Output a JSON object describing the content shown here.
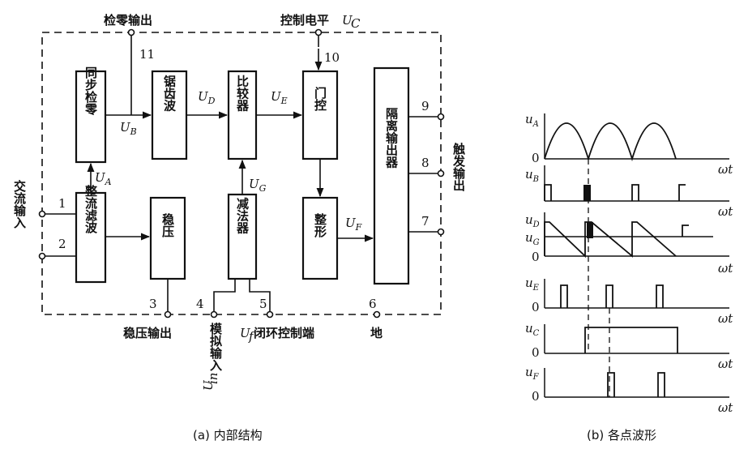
{
  "blocks": {
    "sync_zero": "同步检零",
    "sawtooth": "锯齿波",
    "comparator": "比较器",
    "gate": "门控",
    "isolated_output": "隔离输出器",
    "rectifier_filter": "整流滤波",
    "regulator": "稳压",
    "subtractor": "减法器",
    "shaper": "整形"
  },
  "labels": {
    "zero_detect_output": "检零输出",
    "control_level": "控制电平",
    "control_level_sym": "U",
    "control_level_sub": "C",
    "ac_input": "交流输入",
    "trigger_output": "触发输出",
    "regulated_output": "稳压输出",
    "analog_input_sym": "U",
    "analog_input_sub": "in",
    "analog_input": "模拟输入",
    "closed_loop_sym": "U",
    "closed_loop_sub": "f",
    "closed_loop": "闭环控制端",
    "ground": "地"
  },
  "signals": {
    "ua": "A",
    "ub": "B",
    "ud": "D",
    "ue": "E",
    "ug": "G",
    "uf": "F"
  },
  "pins": [
    "1",
    "2",
    "3",
    "4",
    "5",
    "6",
    "7",
    "8",
    "9",
    "10",
    "11"
  ],
  "waveforms": {
    "axis_label": "ωt",
    "zero": "0",
    "traces": [
      "A",
      "B",
      "D",
      "G",
      "E",
      "C",
      "F"
    ]
  },
  "captions": {
    "left": "(a) 内部结构",
    "right": "(b) 各点波形"
  }
}
